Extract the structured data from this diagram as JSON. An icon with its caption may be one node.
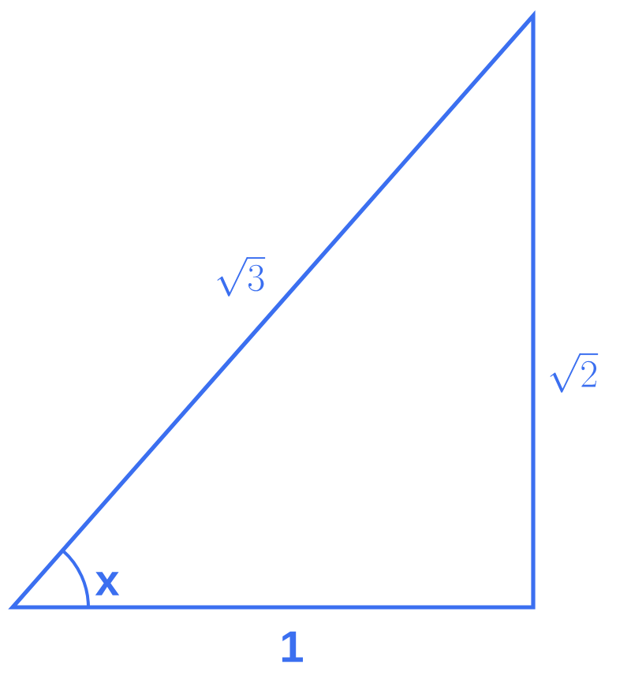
{
  "diagram": {
    "labels": [
      "\\sqrt{3}",
      "\\sqrt{2}",
      "x",
      "1"
    ]
  }
}
